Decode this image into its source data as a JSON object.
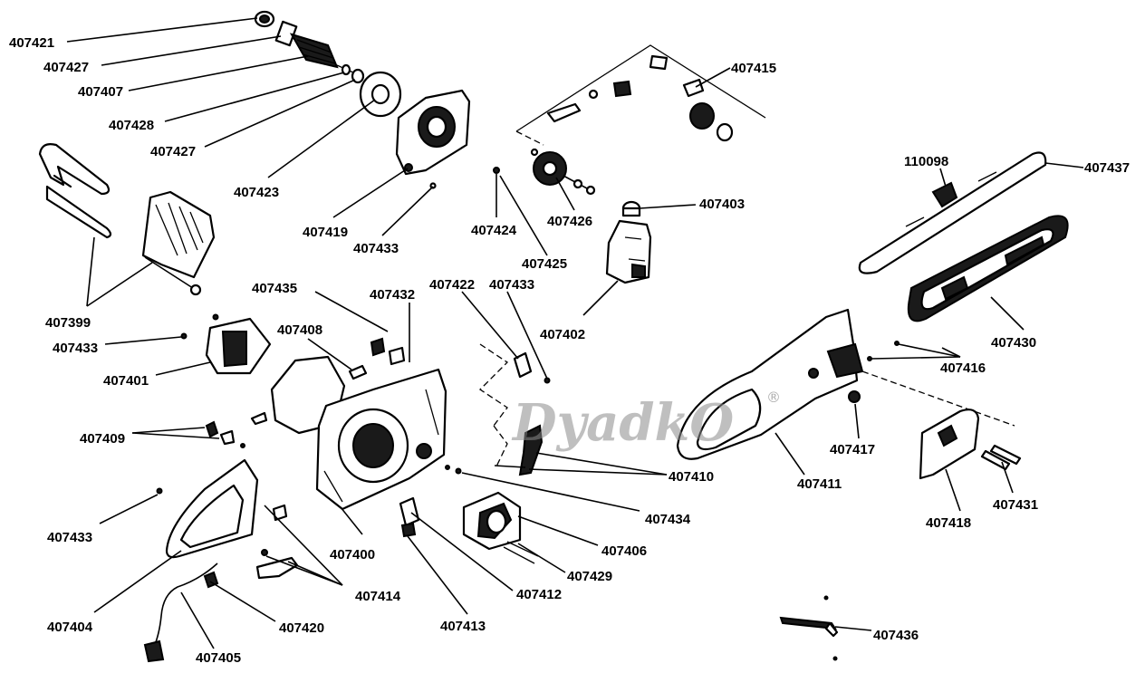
{
  "watermark": {
    "text": "DyadkO",
    "mark": "®",
    "color": "#8c8c8c"
  },
  "colors": {
    "ink": "#000000",
    "paper": "#ffffff"
  },
  "parts": [
    {
      "id": "407421",
      "label": "407421"
    },
    {
      "id": "407427a",
      "label": "407427"
    },
    {
      "id": "407407",
      "label": "407407"
    },
    {
      "id": "407428",
      "label": "407428"
    },
    {
      "id": "407427b",
      "label": "407427"
    },
    {
      "id": "407423",
      "label": "407423"
    },
    {
      "id": "407419",
      "label": "407419"
    },
    {
      "id": "407433a",
      "label": "407433"
    },
    {
      "id": "407424",
      "label": "407424"
    },
    {
      "id": "407425",
      "label": "407425"
    },
    {
      "id": "407426",
      "label": "407426"
    },
    {
      "id": "407415",
      "label": "407415"
    },
    {
      "id": "407403",
      "label": "407403"
    },
    {
      "id": "110098",
      "label": "110098"
    },
    {
      "id": "407437",
      "label": "407437"
    },
    {
      "id": "407399",
      "label": "407399"
    },
    {
      "id": "407433b",
      "label": "407433"
    },
    {
      "id": "407401",
      "label": "407401"
    },
    {
      "id": "407435",
      "label": "407435"
    },
    {
      "id": "407432",
      "label": "407432"
    },
    {
      "id": "407422",
      "label": "407422"
    },
    {
      "id": "407433c",
      "label": "407433"
    },
    {
      "id": "407402",
      "label": "407402"
    },
    {
      "id": "407408",
      "label": "407408"
    },
    {
      "id": "407430",
      "label": "407430"
    },
    {
      "id": "407416",
      "label": "407416"
    },
    {
      "id": "407409",
      "label": "407409"
    },
    {
      "id": "407410",
      "label": "407410"
    },
    {
      "id": "407411",
      "label": "407411"
    },
    {
      "id": "407417",
      "label": "407417"
    },
    {
      "id": "407418",
      "label": "407418"
    },
    {
      "id": "407431",
      "label": "407431"
    },
    {
      "id": "407433d",
      "label": "407433"
    },
    {
      "id": "407434",
      "label": "407434"
    },
    {
      "id": "407400",
      "label": "407400"
    },
    {
      "id": "407406",
      "label": "407406"
    },
    {
      "id": "407429",
      "label": "407429"
    },
    {
      "id": "407414",
      "label": "407414"
    },
    {
      "id": "407412",
      "label": "407412"
    },
    {
      "id": "407404",
      "label": "407404"
    },
    {
      "id": "407420",
      "label": "407420"
    },
    {
      "id": "407413",
      "label": "407413"
    },
    {
      "id": "407405",
      "label": "407405"
    },
    {
      "id": "407436",
      "label": "407436"
    }
  ]
}
